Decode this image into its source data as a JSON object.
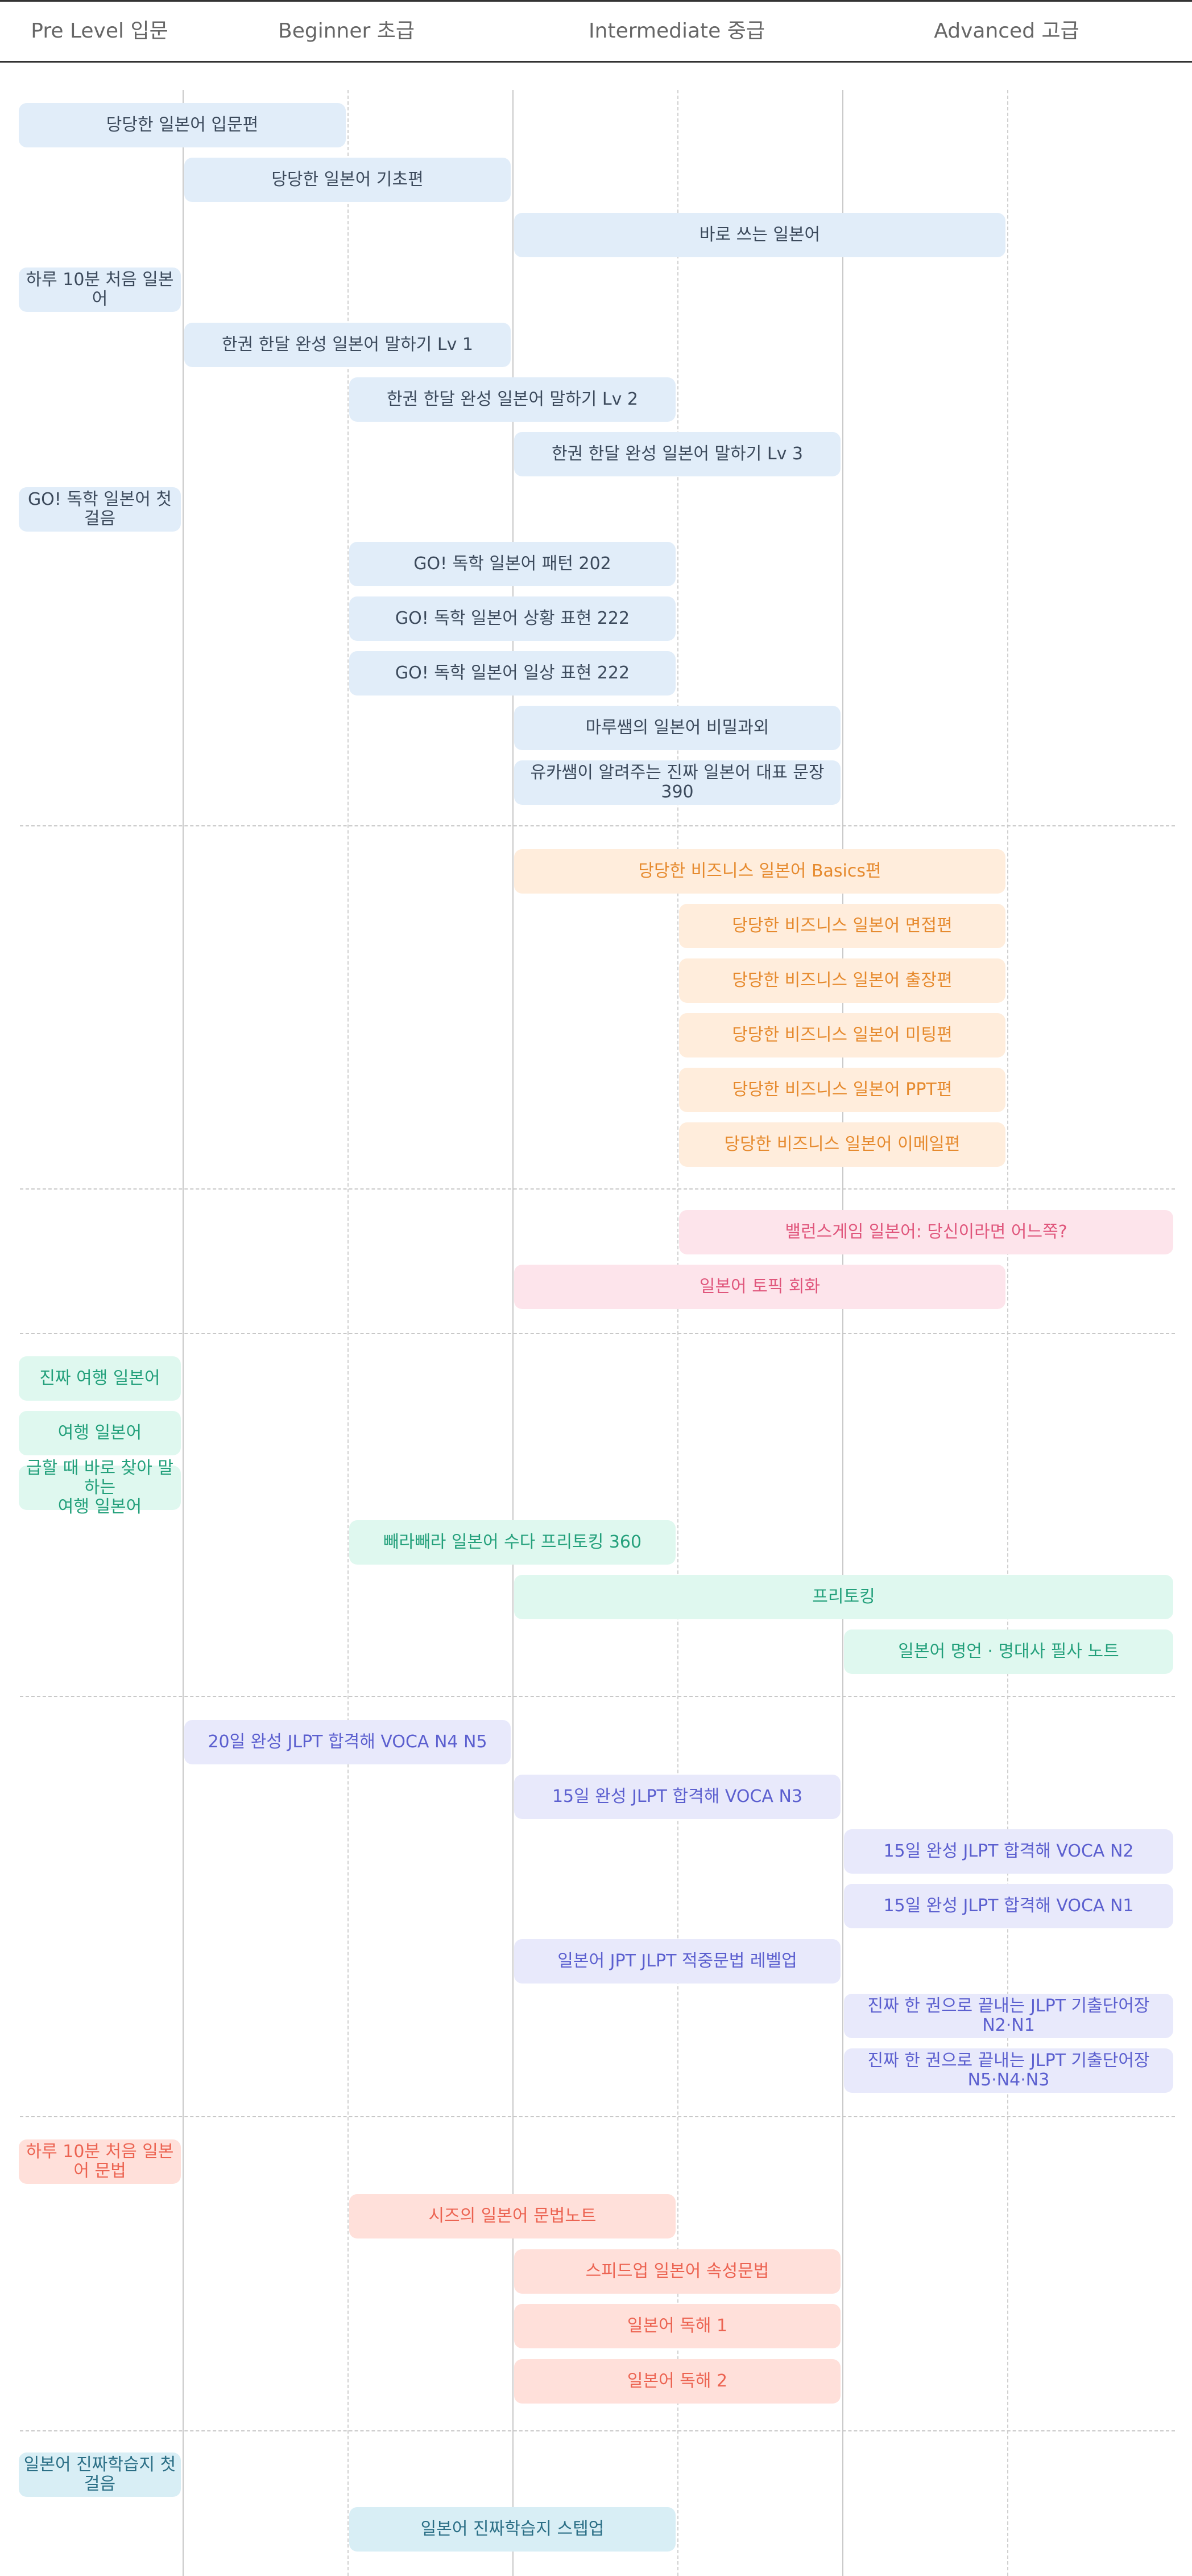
{
  "header": {
    "levels": [
      "Pre Level 입문",
      "Beginner 초급",
      "Intermediate 중급",
      "Advanced 고급"
    ]
  },
  "colors": {
    "blue": "#e1edf9",
    "orange": "#ffeddc",
    "pink": "#fde4eb",
    "green": "#dff8ef",
    "purple": "#e8e9fb",
    "salmon": "#ffe0da",
    "teal": "#d8eef5"
  },
  "courses": [
    {
      "title": "당당한 일본어 입문편",
      "group": "blue",
      "start": 0,
      "end": 1
    },
    {
      "title": "당당한 일본어 기초편",
      "group": "blue",
      "start": 1,
      "end": 2
    },
    {
      "title": "바로 쓰는 일본어",
      "group": "blue",
      "start": 3,
      "end": 5
    },
    {
      "title": "하루 10분 처음 일본어",
      "group": "blue",
      "start": 0,
      "end": 0
    },
    {
      "title": "한권 한달 완성 일본어 말하기 Lv 1",
      "group": "blue",
      "start": 1,
      "end": 2
    },
    {
      "title": "한권 한달 완성 일본어 말하기 Lv 2",
      "group": "blue",
      "start": 2,
      "end": 3
    },
    {
      "title": "한권 한달 완성 일본어 말하기 Lv 3",
      "group": "blue",
      "start": 3,
      "end": 4
    },
    {
      "title": "GO! 독학 일본어 첫걸음",
      "group": "blue",
      "start": 0,
      "end": 0
    },
    {
      "title": "GO! 독학 일본어 패턴 202",
      "group": "blue",
      "start": 2,
      "end": 3
    },
    {
      "title": "GO! 독학 일본어 상황 표현 222",
      "group": "blue",
      "start": 2,
      "end": 3
    },
    {
      "title": "GO! 독학 일본어 일상 표현 222",
      "group": "blue",
      "start": 2,
      "end": 3
    },
    {
      "title": "마루쌤의 일본어 비밀과외",
      "group": "blue",
      "start": 3,
      "end": 4
    },
    {
      "title": "유카쌤이 알려주는 진짜 일본어 대표 문장 390",
      "group": "blue",
      "start": 3,
      "end": 4
    },
    {
      "title": "당당한 비즈니스 일본어 Basics편",
      "group": "orange",
      "start": 3,
      "end": 5
    },
    {
      "title": "당당한 비즈니스 일본어 면접편",
      "group": "orange",
      "start": 4,
      "end": 5
    },
    {
      "title": "당당한 비즈니스 일본어 출장편",
      "group": "orange",
      "start": 4,
      "end": 5
    },
    {
      "title": "당당한 비즈니스 일본어 미팅편",
      "group": "orange",
      "start": 4,
      "end": 5
    },
    {
      "title": "당당한 비즈니스 일본어 PPT편",
      "group": "orange",
      "start": 4,
      "end": 5
    },
    {
      "title": "당당한 비즈니스 일본어 이메일편",
      "group": "orange",
      "start": 4,
      "end": 5
    },
    {
      "title": "밸런스게임 일본어: 당신이라면 어느쪽?",
      "group": "pink",
      "start": 4,
      "end": 6
    },
    {
      "title": "일본어 토픽 회화",
      "group": "pink",
      "start": 3,
      "end": 5
    },
    {
      "title": "진짜 여행 일본어",
      "group": "green",
      "start": 0,
      "end": 0
    },
    {
      "title": "여행 일본어",
      "group": "green",
      "start": 0,
      "end": 0
    },
    {
      "title": "급할 때 바로 찾아 말하는\n여행 일본어",
      "group": "green",
      "start": 0,
      "end": 0
    },
    {
      "title": "빼라빼라 일본어 수다 프리토킹 360",
      "group": "green",
      "start": 2,
      "end": 3
    },
    {
      "title": "프리토킹",
      "group": "green",
      "start": 3,
      "end": 6
    },
    {
      "title": "일본어 명언 · 명대사 필사 노트",
      "group": "green",
      "start": 5,
      "end": 6
    },
    {
      "title": "20일 완성 JLPT 합격해 VOCA N4 N5",
      "group": "purple",
      "start": 1,
      "end": 2
    },
    {
      "title": "15일 완성 JLPT 합격해 VOCA N3",
      "group": "purple",
      "start": 3,
      "end": 4
    },
    {
      "title": "15일 완성 JLPT 합격해 VOCA N2",
      "group": "purple",
      "start": 5,
      "end": 6
    },
    {
      "title": "15일 완성 JLPT 합격해 VOCA N1",
      "group": "purple",
      "start": 5,
      "end": 6
    },
    {
      "title": "일본어 JPT JLPT 적중문법 레벨업",
      "group": "purple",
      "start": 3,
      "end": 4
    },
    {
      "title": "진짜 한 권으로 끝내는 JLPT 기출단어장 N2·N1",
      "group": "purple",
      "start": 5,
      "end": 6
    },
    {
      "title": "진짜 한 권으로 끝내는 JLPT 기출단어장 N5·N4·N3",
      "group": "purple",
      "start": 5,
      "end": 6
    },
    {
      "title": "하루 10분 처음 일본어 문법",
      "group": "salmon",
      "start": 0,
      "end": 0
    },
    {
      "title": "시즈의 일본어 문법노트",
      "group": "salmon",
      "start": 2,
      "end": 3
    },
    {
      "title": "스피드업 일본어 속성문법",
      "group": "salmon",
      "start": 3,
      "end": 4
    },
    {
      "title": "일본어 독해 1",
      "group": "salmon",
      "start": 3,
      "end": 4
    },
    {
      "title": "일본어 독해 2",
      "group": "salmon",
      "start": 3,
      "end": 4
    },
    {
      "title": "일본어 진짜학습지 첫걸음",
      "group": "teal",
      "start": 0,
      "end": 0
    },
    {
      "title": "일본어 진짜학습지 스텝업",
      "group": "teal",
      "start": 2,
      "end": 3
    }
  ]
}
